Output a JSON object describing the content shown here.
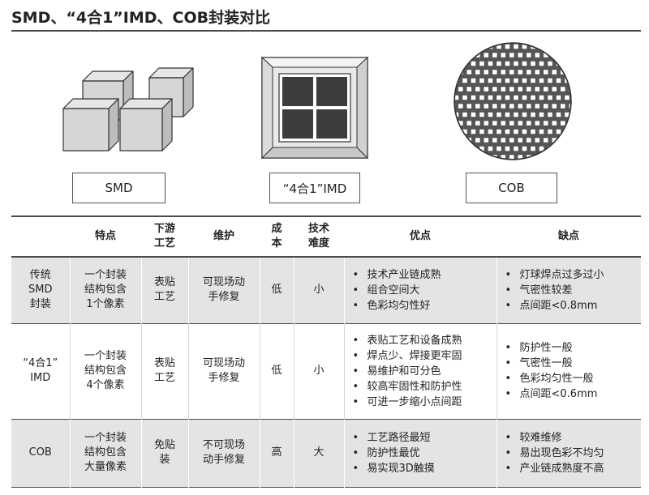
{
  "title": "SMD、“4合1”IMD、COB封装对比",
  "figures": [
    {
      "label": "SMD"
    },
    {
      "label": "“4合1”IMD"
    },
    {
      "label": "COB"
    }
  ],
  "table": {
    "headers": [
      "",
      "特点",
      "下游\n工艺",
      "维护",
      "成\n本",
      "技术\n难度",
      "优点",
      "缺点"
    ],
    "rows": [
      {
        "name": "传统\nSMD\n封装",
        "feature": "一个封装\n结构包含\n1个像素",
        "process": "表贴\n工艺",
        "maintenance": "可现场动\n手修复",
        "cost": "低",
        "difficulty": "小",
        "pros": [
          "技术产业链成熟",
          "组合空间大",
          "色彩均匀性好"
        ],
        "cons": [
          "灯球焊点过多过小",
          "气密性较差",
          "点间距<0.8mm"
        ]
      },
      {
        "name": "“4合1”\nIMD",
        "feature": "一个封装\n结构包含\n4个像素",
        "process": "表贴\n工艺",
        "maintenance": "可现场动\n手修复",
        "cost": "低",
        "difficulty": "小",
        "pros": [
          "表贴工艺和设备成熟",
          "焊点少、焊接更牢固",
          "易维护和可分色",
          "较高牢固性和防护性",
          "可进一步缩小点间距"
        ],
        "cons": [
          "防护性一般",
          "气密性一般",
          "色彩均匀性一般",
          "点间距<0.6mm"
        ]
      },
      {
        "name": "COB",
        "feature": "一个封装\n结构包含\n大量像素",
        "process": "免贴\n装",
        "maintenance": "不可现场\n动手修复",
        "cost": "高",
        "difficulty": "大",
        "pros": [
          "工艺路径最短",
          "防护性最优",
          "易实现3D触摸"
        ],
        "cons": [
          "较难维修",
          "易出现色彩不均匀",
          "产业链成熟度不高"
        ]
      }
    ]
  },
  "colors": {
    "row_shade": "#e4e4e4",
    "rule": "#4a4a4a",
    "cube_face": "#d9d9d9"
  },
  "icons": [
    "smd-cubes-icon",
    "imd-4in1-icon",
    "cob-wafer-icon"
  ]
}
